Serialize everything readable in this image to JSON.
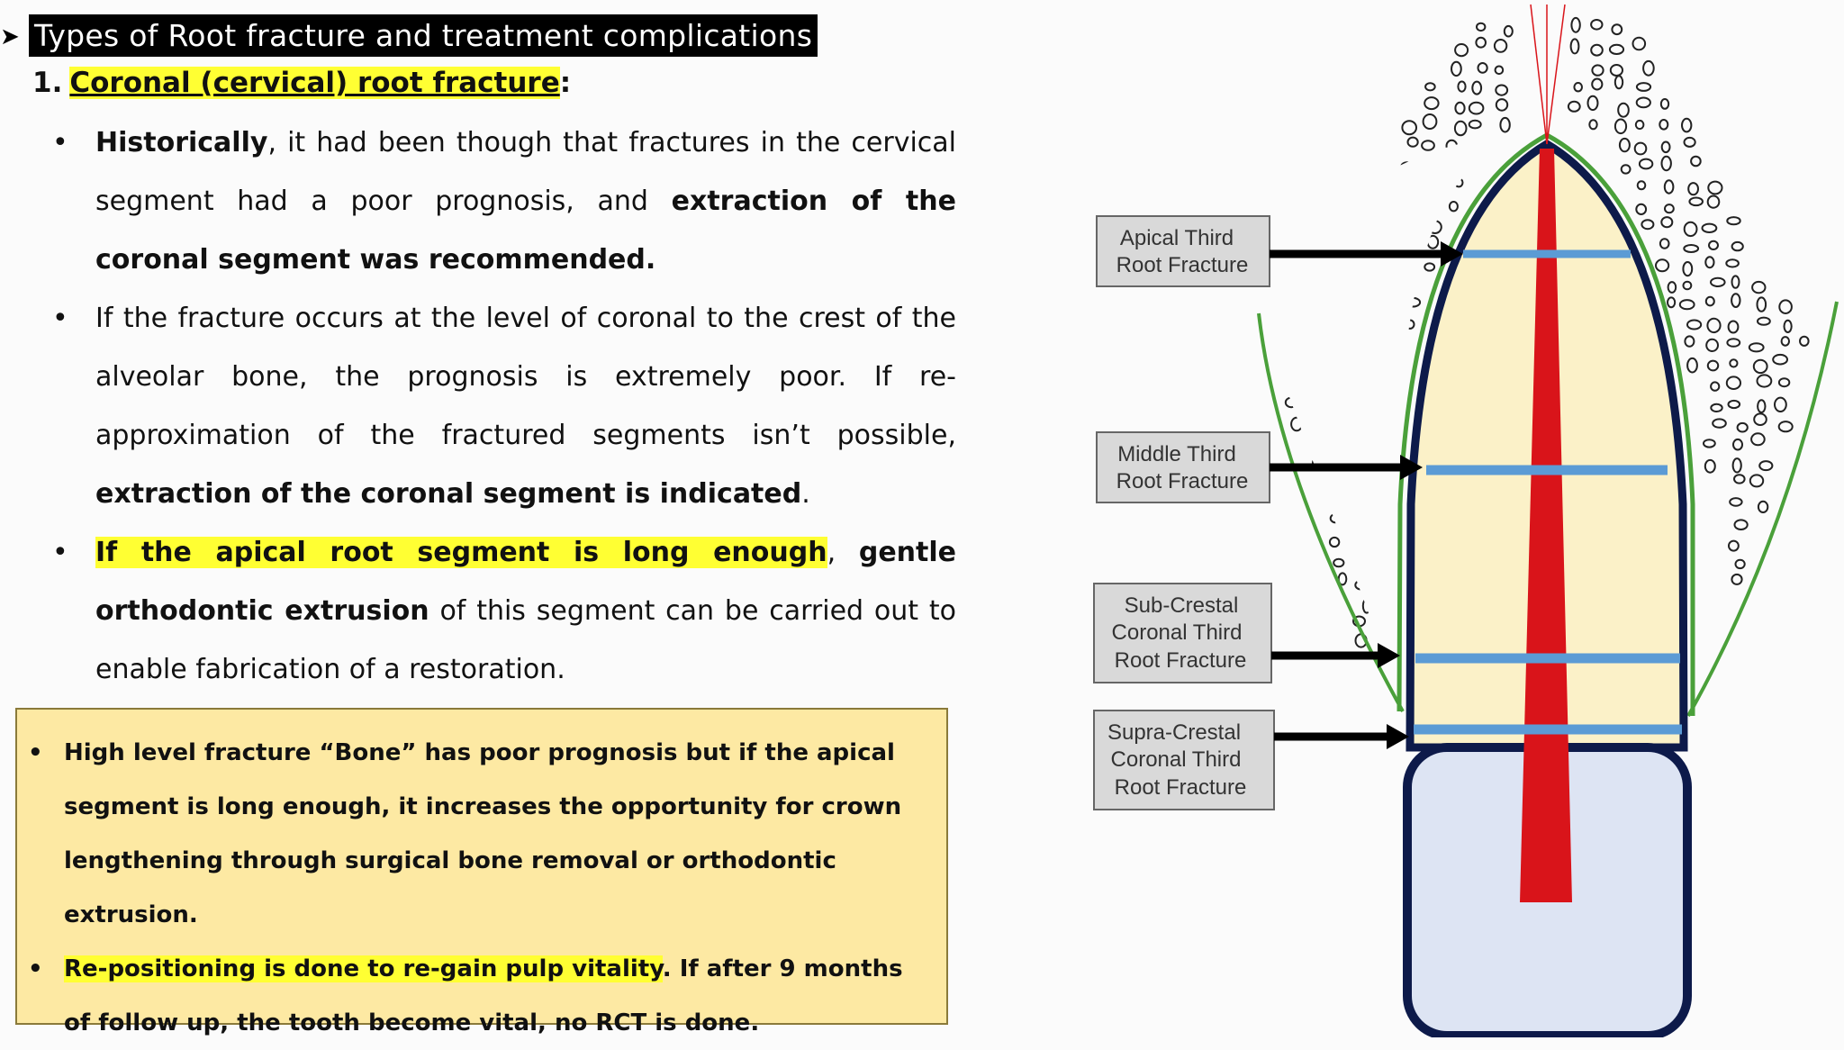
{
  "header": {
    "arrow": "➤",
    "title": "Types of Root fracture and treatment complications"
  },
  "section": {
    "number": "1.",
    "heading": "Coronal (cervical) root fracture",
    "heading_suffix": ":"
  },
  "bullets": [
    {
      "b1_bold1": "Historically",
      "b1_text1": ", it had been though that fractures in the cervical segment had a poor prognosis, and ",
      "b1_bold2": "extraction of the coronal segment was recommended."
    },
    {
      "b2_text1": "If the fracture occurs at the level of coronal to the crest of the alveolar bone, the prognosis is extremely poor. If re-approximation of the fractured segments isn’t possible, ",
      "b2_bold1": "extraction of the coronal segment is indicated",
      "b2_text2": "."
    },
    {
      "b3_hl": "If the apical root segment is long enough",
      "b3_text1": ", ",
      "b3_bold1": "gentle orthodontic extrusion",
      "b3_text2": " of this segment can be carried out to enable fabrication of a restoration."
    }
  ],
  "note_box": {
    "item1": "High level fracture “Bone” has poor prognosis but if the apical segment is long enough, it increases the opportunity for crown lengthening through surgical bone removal or orthodontic extrusion.",
    "item2_hl": "Re-positioning is done to re-gain pulp vitality",
    "item2_text": ". If after 9 months of follow up, the tooth become vital, no RCT is done."
  },
  "diagram": {
    "labels": [
      {
        "line1": "Apical Third",
        "line2": "Root Fracture"
      },
      {
        "line1": "Middle Third",
        "line2": "Root Fracture"
      },
      {
        "line1": "Sub-Crestal",
        "line2": "Coronal Third",
        "line3": "Root Fracture"
      },
      {
        "line1": "Supra-Crestal",
        "line2": "Coronal Third",
        "line3": "Root Fracture"
      }
    ],
    "colors": {
      "root_fill": "#fbf1c8",
      "root_outline": "#0d1a4a",
      "pulp": "#d9141a",
      "fracture_line": "#5b9bd5",
      "bone_outline": "#4aa03a",
      "crown_fill": "#dde4f3"
    }
  }
}
